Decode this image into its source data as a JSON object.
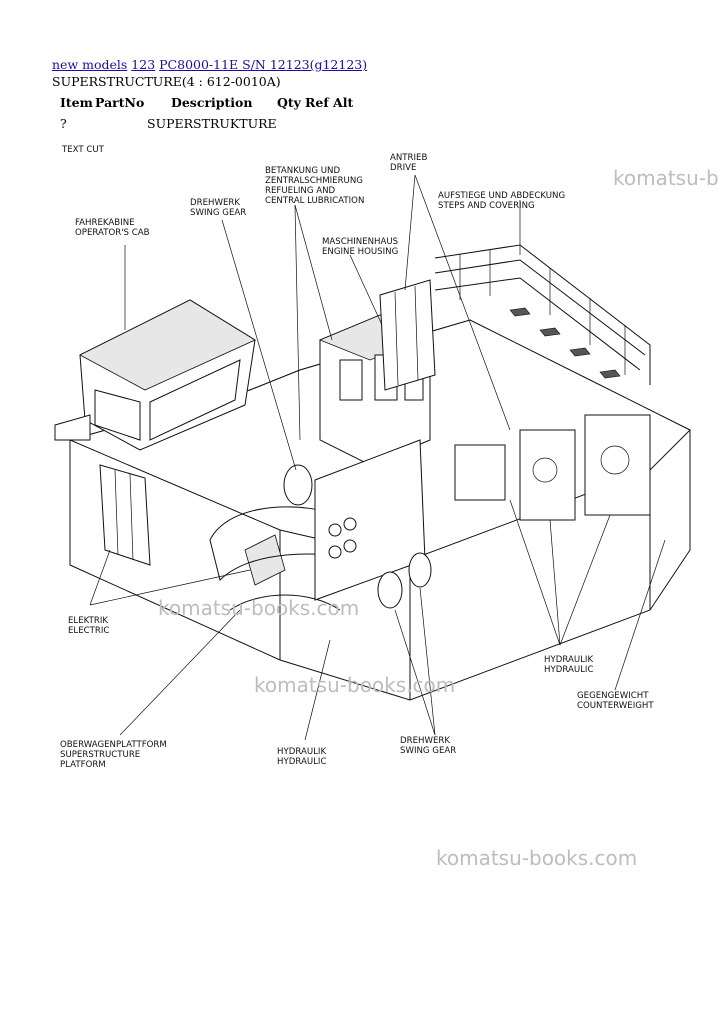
{
  "breadcrumb": {
    "link1": "new models",
    "link2": "123",
    "link3": "PC8000-11E S/N 12123(g12123)"
  },
  "heading": "SUPERSTRUCTURE(4 : 612-0010A)",
  "table": {
    "headers": {
      "item": "Item",
      "partno": "PartNo",
      "description": "Description",
      "qty": "Qty",
      "ref": "Ref",
      "alt": "Alt"
    },
    "rows": [
      {
        "item": "?",
        "description": "SUPERSTRUKTURE"
      }
    ]
  },
  "watermarks": [
    "komatsu-b",
    "komatsu-books.com",
    "komatsu-books.com",
    "komatsu-books.com"
  ],
  "diagram": {
    "labels": {
      "top_cut": "TEXT CUT",
      "betankung1": "BETANKUNG UND",
      "betankung2": "ZENTRALSCHMIERUNG",
      "betankung3": "REFUELING AND",
      "betankung4": "CENTRAL LUBRICATION",
      "antrieb1": "ANTRIEB",
      "antrieb2": "DRIVE",
      "aufstiege1": "AUFSTIEGE UND ABDECKUNG",
      "aufstiege2": "STEPS AND COVERING",
      "drehwerk_top1": "DREHWERK",
      "drehwerk_top2": "SWING GEAR",
      "fahrekabine1": "FAHREKABINE",
      "fahrekabine2": "OPERATOR'S CAB",
      "maschinenhaus1": "MASCHINENHAUS",
      "maschinenhaus2": "ENGINE HOUSING",
      "elektrik1": "ELEKTRIK",
      "elektrik2": "ELECTRIC",
      "hydraulik_right1": "HYDRAULIK",
      "hydraulik_right2": "HYDRAULIC",
      "gegengewicht1": "GEGENGEWICHT",
      "gegengewicht2": "COUNTERWEIGHT",
      "oberwagen1": "OBERWAGENPLATTFORM",
      "oberwagen2": "SUPERSTRUCTURE",
      "oberwagen3": "PLATFORM",
      "hydraulik_bottom1": "HYDRAULIK",
      "hydraulik_bottom2": "HYDRAULIC",
      "drehwerk_bottom1": "DREHWERK",
      "drehwerk_bottom2": "SWING GEAR"
    }
  }
}
